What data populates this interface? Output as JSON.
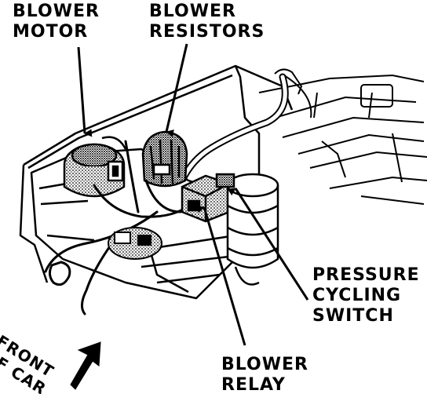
{
  "labels": {
    "blower_motor": [
      "BLOWER",
      "MOTOR"
    ],
    "blower_resistors": [
      "BLOWER",
      "RESISTORS"
    ],
    "pressure_cycling_switch": [
      "PRESSURE",
      "CYCLING",
      "SWITCH"
    ],
    "blower_relay": [
      "BLOWER",
      "RELAY"
    ],
    "front_of_car": [
      "FRONT",
      "OF CAR"
    ]
  },
  "colors": {
    "ink": "#000000",
    "paper": "#ffffff"
  }
}
